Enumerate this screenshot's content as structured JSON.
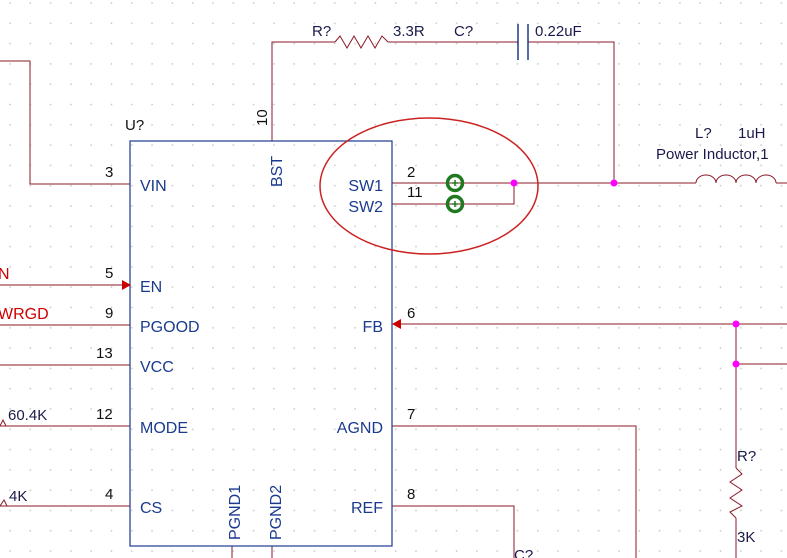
{
  "colors": {
    "wire": "#8b1a2a",
    "component": "#1a3a8f",
    "junction": "#ff00ff",
    "highlight_circle": "#cc2222",
    "testpoint": "#1f7a1f",
    "arrow": "#cc0000",
    "grid_dot": "#c8c8c8"
  },
  "ic": {
    "designator": "U?",
    "pins_left": [
      {
        "num": "3",
        "name": "VIN"
      },
      {
        "num": "5",
        "name": "EN"
      },
      {
        "num": "9",
        "name": "PGOOD"
      },
      {
        "num": "13",
        "name": "VCC"
      },
      {
        "num": "12",
        "name": "MODE"
      },
      {
        "num": "4",
        "name": "CS"
      }
    ],
    "pins_right": [
      {
        "num": "2",
        "name": "SW1"
      },
      {
        "num": "11",
        "name": "SW2"
      },
      {
        "num": "6",
        "name": "FB"
      },
      {
        "num": "7",
        "name": "AGND"
      },
      {
        "num": "8",
        "name": "REF"
      }
    ],
    "pins_top": [
      {
        "num": "10",
        "name": "BST"
      }
    ],
    "pins_bottom": [
      {
        "name": "PGND1"
      },
      {
        "name": "PGND2"
      }
    ]
  },
  "components": {
    "resistor_top": {
      "designator": "R?",
      "value": "3.3R"
    },
    "capacitor_top": {
      "designator": "C?",
      "value": "0.22uF"
    },
    "inductor": {
      "designator": "L?",
      "value": "1uH",
      "description": "Power Inductor,1"
    },
    "resistor_right": {
      "designator": "R?",
      "value": "3K"
    },
    "capacitor_bottom": {
      "designator": "C?"
    }
  },
  "net_labels": {
    "en": "N",
    "pgood": "WRGD",
    "mode_res": "60.4K",
    "cs_res": "4K"
  }
}
